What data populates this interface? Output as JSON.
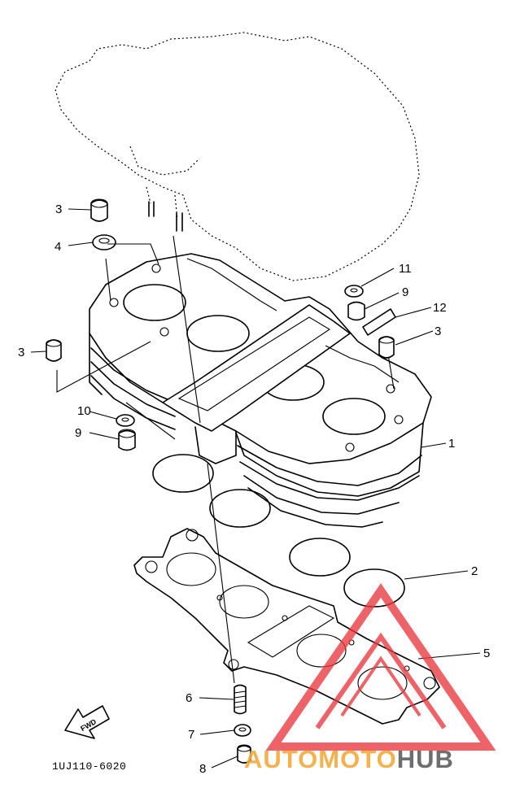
{
  "diagram": {
    "part_code": "1UJ110-6020",
    "fwd_label": "FWD",
    "watermark": {
      "part1": "AUTOMOTO",
      "part2": "HUB",
      "color1": "#f4a938",
      "color2": "#555555",
      "logo_color": "#e8383d"
    },
    "callouts": [
      {
        "id": "c1",
        "label": "1"
      },
      {
        "id": "c2",
        "label": "2"
      },
      {
        "id": "c3a",
        "label": "3"
      },
      {
        "id": "c3b",
        "label": "3"
      },
      {
        "id": "c3c",
        "label": "3"
      },
      {
        "id": "c4",
        "label": "4"
      },
      {
        "id": "c5",
        "label": "5"
      },
      {
        "id": "c6",
        "label": "6"
      },
      {
        "id": "c7",
        "label": "7"
      },
      {
        "id": "c8",
        "label": "8"
      },
      {
        "id": "c9a",
        "label": "9"
      },
      {
        "id": "c9b",
        "label": "9"
      },
      {
        "id": "c10",
        "label": "10"
      },
      {
        "id": "c11",
        "label": "11"
      },
      {
        "id": "c12",
        "label": "12"
      }
    ]
  }
}
